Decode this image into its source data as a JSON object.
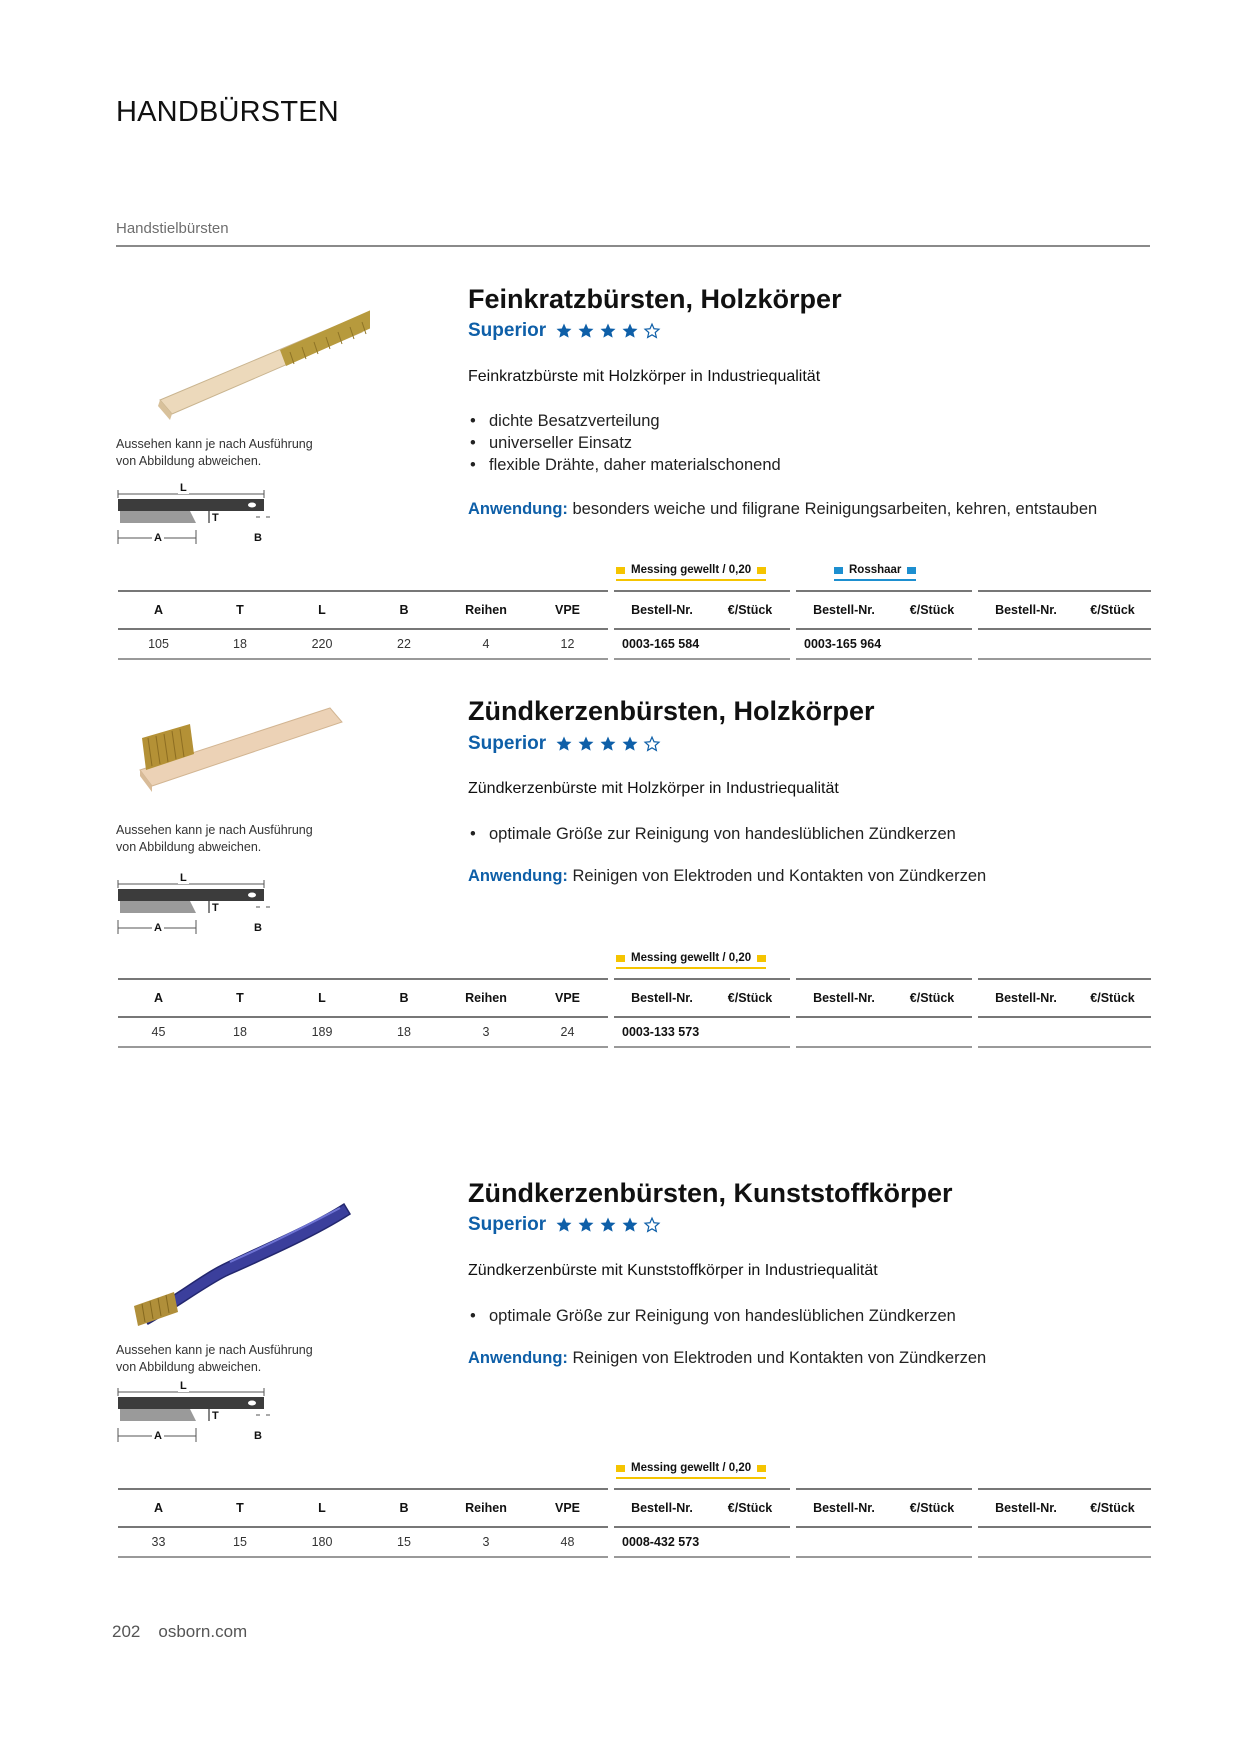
{
  "page": {
    "title": "HANDBÜRSTEN",
    "section": "Handstielbürsten"
  },
  "icons": [
    "star-filled-icon",
    "star-outline-icon",
    "brush-photo",
    "dimension-diagram"
  ],
  "colors": {
    "accent_blue": "#0e5fa8",
    "brass_yellow": "#f5c400",
    "horsehair_blue": "#1d8fd0"
  },
  "table_headers": {
    "a": "A",
    "t": "T",
    "l": "L",
    "b": "B",
    "rows": "Reihen",
    "vpe": "VPE",
    "order_no": "Bestell-Nr.",
    "price": "€/Stück"
  },
  "diagram_labels": {
    "l": "L",
    "t": "T",
    "a": "A",
    "b": "B"
  },
  "products": [
    {
      "title": "Feinkratzbürsten, Holzkörper",
      "quality": "Superior",
      "rating": 4,
      "rating_max": 5,
      "description": "Feinkratzbürste mit Holzkörper in Industriequalität",
      "bullets": [
        "dichte Besatzverteilung",
        "universeller Einsatz",
        "flexible Drähte, daher materialschonend"
      ],
      "application_label": "Anwendung:",
      "application": "besonders weiche und filigrane Reinigungsarbeiten, kehren, entstauben",
      "disclaimer_1": "Aussehen kann je nach Ausführung",
      "disclaimer_2": "von Abbildung abweichen.",
      "materials": [
        "Messing gewellt / 0,20",
        "Rosshaar"
      ],
      "row": {
        "a": "105",
        "t": "18",
        "l": "220",
        "b": "22",
        "rows": "4",
        "vpe": "12",
        "order_1": "0003-165 584",
        "order_2": "0003-165 964"
      }
    },
    {
      "title": "Zündkerzenbürsten, Holzkörper",
      "quality": "Superior",
      "rating": 4,
      "rating_max": 5,
      "description": "Zündkerzenbürste mit Holzkörper in Industriequalität",
      "bullets": [
        "optimale Größe zur Reinigung von handeslüblichen Zündkerzen"
      ],
      "application_label": "Anwendung:",
      "application": "Reinigen von Elektroden und Kontakten von Zündkerzen",
      "disclaimer_1": "Aussehen kann je nach Ausführung",
      "disclaimer_2": "von Abbildung abweichen.",
      "materials": [
        "Messing gewellt / 0,20"
      ],
      "row": {
        "a": "45",
        "t": "18",
        "l": "189",
        "b": "18",
        "rows": "3",
        "vpe": "24",
        "order_1": "0003-133 573",
        "order_2": ""
      }
    },
    {
      "title": "Zündkerzenbürsten, Kunststoffkörper",
      "quality": "Superior",
      "rating": 4,
      "rating_max": 5,
      "description": "Zündkerzenbürste mit Kunststoffkörper in Industriequalität",
      "bullets": [
        "optimale Größe zur Reinigung von handeslüblichen Zündkerzen"
      ],
      "application_label": "Anwendung:",
      "application": "Reinigen von Elektroden und Kontakten von Zündkerzen",
      "disclaimer_1": "Aussehen kann je nach Ausführung",
      "disclaimer_2": "von Abbildung abweichen.",
      "materials": [
        "Messing gewellt / 0,20"
      ],
      "row": {
        "a": "33",
        "t": "15",
        "l": "180",
        "b": "15",
        "rows": "3",
        "vpe": "48",
        "order_1": "0008-432 573",
        "order_2": ""
      }
    }
  ],
  "footer": {
    "page_number": "202",
    "website": "osborn.com"
  }
}
